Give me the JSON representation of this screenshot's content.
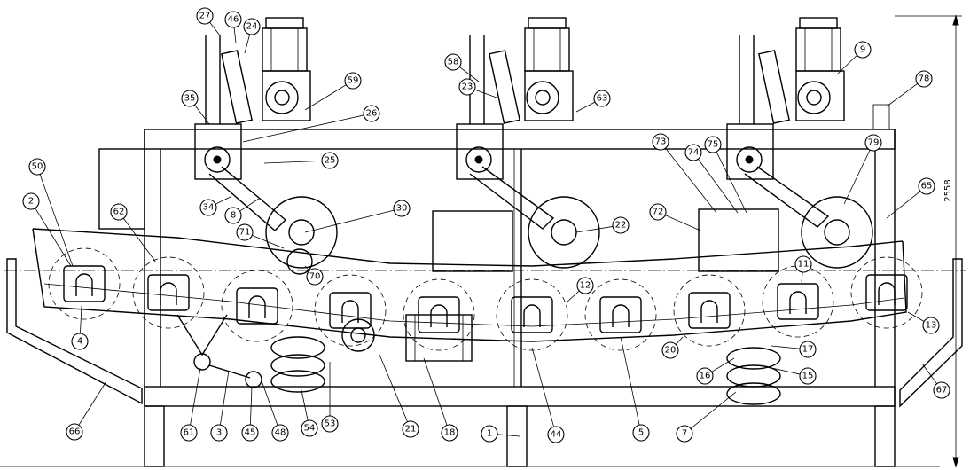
{
  "drawing": {
    "dimension_label": "2558",
    "part_balloons": [
      "27",
      "46",
      "24",
      "58",
      "9",
      "35",
      "59",
      "23",
      "63",
      "78",
      "26",
      "25",
      "50",
      "30",
      "73",
      "74",
      "75",
      "79",
      "65",
      "2",
      "62",
      "34",
      "8",
      "22",
      "72",
      "71",
      "70",
      "11",
      "12",
      "4",
      "20",
      "17",
      "16",
      "15",
      "13",
      "66",
      "61",
      "3",
      "45",
      "48",
      "54",
      "53",
      "21",
      "18",
      "1",
      "44",
      "5",
      "7",
      "67"
    ]
  }
}
